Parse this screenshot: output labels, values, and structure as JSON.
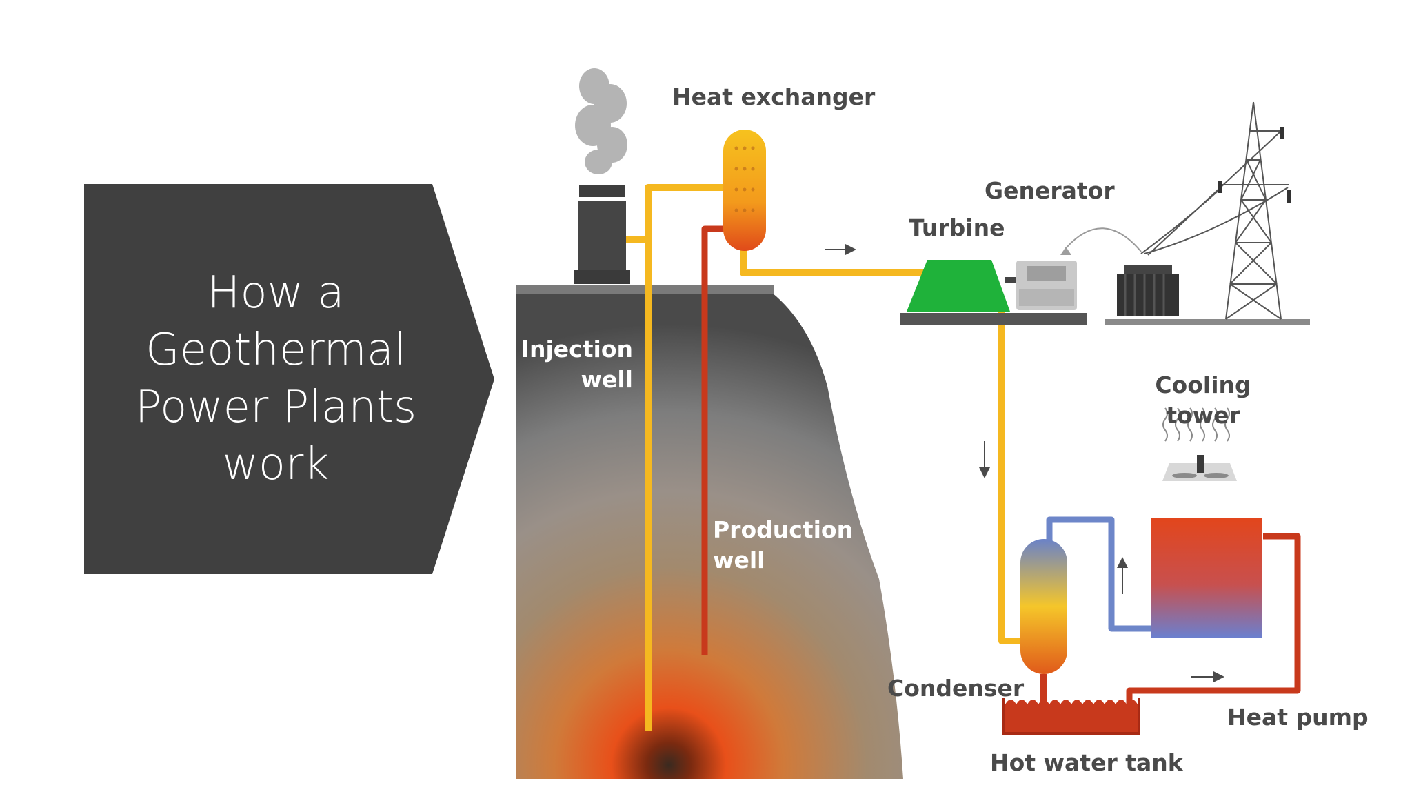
{
  "slide": {
    "title_lines": [
      "How a",
      "Geothermal",
      "Power Plants",
      "work"
    ]
  },
  "diagram": {
    "labels": {
      "heat_exchanger": "Heat exchanger",
      "generator": "Generator",
      "turbine": "Turbine",
      "injection_line1": "Injection",
      "injection_line2": "well",
      "production_line1": "Production",
      "production_line2": "well",
      "cooling_line1": "Cooling",
      "cooling_line2": "tower",
      "condenser": "Condenser",
      "heat_pump": "Heat pump",
      "hot_water_tank": "Hot water tank"
    },
    "colors": {
      "title_box": "#404040",
      "hot_pipe": "#f5b820",
      "production_pipe": "#c8391c",
      "cold_pipe": "#6d86c9",
      "turbine": "#1fb23a",
      "ground_surface": "#7a7a7a",
      "heat_core": "#e8501a"
    }
  }
}
